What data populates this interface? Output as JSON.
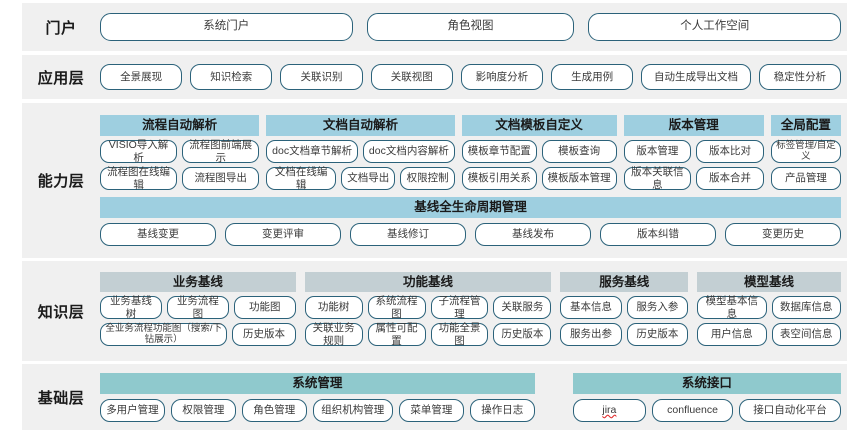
{
  "theme": {
    "band_bg": "#f0f0f0",
    "page_bg": "#ffffff",
    "button_border": "#2b627a",
    "capability_header_bg": "#9ecfe0",
    "knowledge_header_bg": "#c3cfd3",
    "base_header_bg": "#8fc9cd"
  },
  "rows": {
    "portal": {
      "label": "门户",
      "items": [
        "系统门户",
        "角色视图",
        "个人工作空间"
      ]
    },
    "application": {
      "label": "应用层",
      "items": [
        "全景展现",
        "知识检索",
        "关联识别",
        "关联视图",
        "影响度分析",
        "生成用例",
        "自动生成导出文档",
        "稳定性分析"
      ]
    },
    "capability": {
      "label": "能力层",
      "groups": [
        {
          "title": "流程自动解析",
          "row1": [
            "VISIO导入解析",
            "流程图前端展示"
          ],
          "row2": [
            "流程图在线编辑",
            "流程图导出"
          ]
        },
        {
          "title": "文档自动解析",
          "row1": [
            "doc文档章节解析",
            "doc文档内容解析"
          ],
          "row2": [
            "文档在线编辑",
            "文档导出",
            "权限控制"
          ]
        },
        {
          "title": "文档模板自定义",
          "row1": [
            "模板章节配置",
            "模板查询"
          ],
          "row2": [
            "模板引用关系",
            "模板版本管理"
          ]
        },
        {
          "title": "版本管理",
          "row1": [
            "版本管理",
            "版本比对"
          ],
          "row2": [
            "版本关联信息",
            "版本合并"
          ]
        },
        {
          "title": "全局配置",
          "row1": [
            "标签管理/自定义"
          ],
          "row2": [
            "产品管理"
          ]
        }
      ],
      "baseline": {
        "title": "基线全生命周期管理",
        "items": [
          "基线变更",
          "变更评审",
          "基线修订",
          "基线发布",
          "版本纠错",
          "变更历史"
        ]
      }
    },
    "knowledge": {
      "label": "知识层",
      "groups": [
        {
          "title": "业务基线",
          "row1": [
            "业务基线树",
            "业务流程图",
            "功能图"
          ],
          "row2": [
            "全业务流程功能图（搜索/下钻展示）",
            "历史版本"
          ]
        },
        {
          "title": "功能基线",
          "row1": [
            "功能树",
            "系统流程图",
            "子流程管理",
            "关联服务"
          ],
          "row2": [
            "关联业务规则",
            "属性可配置",
            "功能全景图",
            "历史版本"
          ]
        },
        {
          "title": "服务基线",
          "row1": [
            "基本信息",
            "服务入参"
          ],
          "row2": [
            "服务出参",
            "历史版本"
          ]
        },
        {
          "title": "模型基线",
          "row1": [
            "模型基本信息",
            "数据库信息"
          ],
          "row2": [
            "用户信息",
            "表空间信息"
          ]
        }
      ]
    },
    "base": {
      "label": "基础层",
      "groups": [
        {
          "title": "系统管理",
          "items": [
            "多用户管理",
            "权限管理",
            "角色管理",
            "组织机构管理",
            "菜单管理",
            "操作日志"
          ]
        },
        {
          "title": "系统接口",
          "items": [
            "jira",
            "confluence",
            "接口自动化平台"
          ]
        }
      ]
    }
  }
}
